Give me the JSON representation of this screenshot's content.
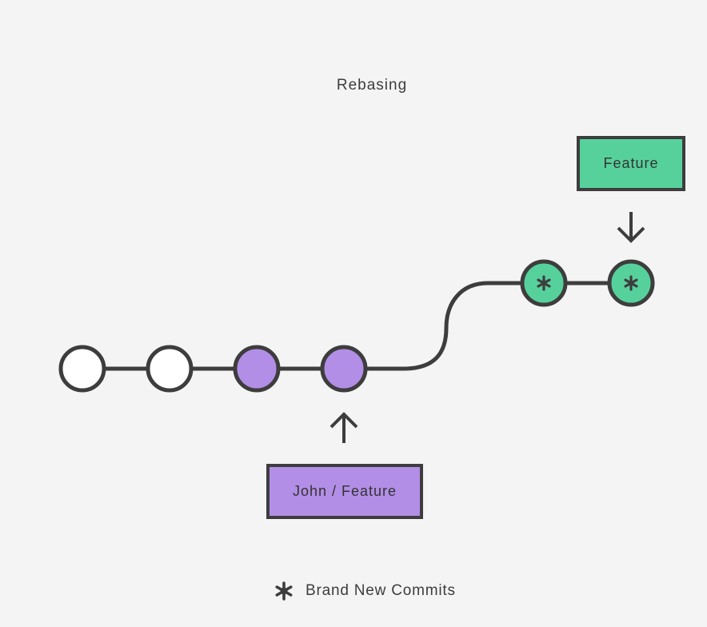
{
  "title": "Rebasing",
  "branches": {
    "feature": "Feature",
    "john_feature": "John / Feature"
  },
  "legend": {
    "new_commits": "Brand New Commits",
    "icon": "asterisk-icon"
  },
  "commits": [
    {
      "id": 1,
      "type": "base",
      "color": "#ffffff"
    },
    {
      "id": 2,
      "type": "base",
      "color": "#ffffff"
    },
    {
      "id": 3,
      "type": "john",
      "color": "#b28ee6"
    },
    {
      "id": 4,
      "type": "john",
      "color": "#b28ee6"
    },
    {
      "id": 5,
      "type": "new",
      "color": "#57d19c"
    },
    {
      "id": 6,
      "type": "new",
      "color": "#57d19c"
    }
  ],
  "colors": {
    "stroke": "#3d3d3d",
    "background": "#f4f4f4",
    "feature": "#57d19c",
    "john": "#b28ee6"
  }
}
